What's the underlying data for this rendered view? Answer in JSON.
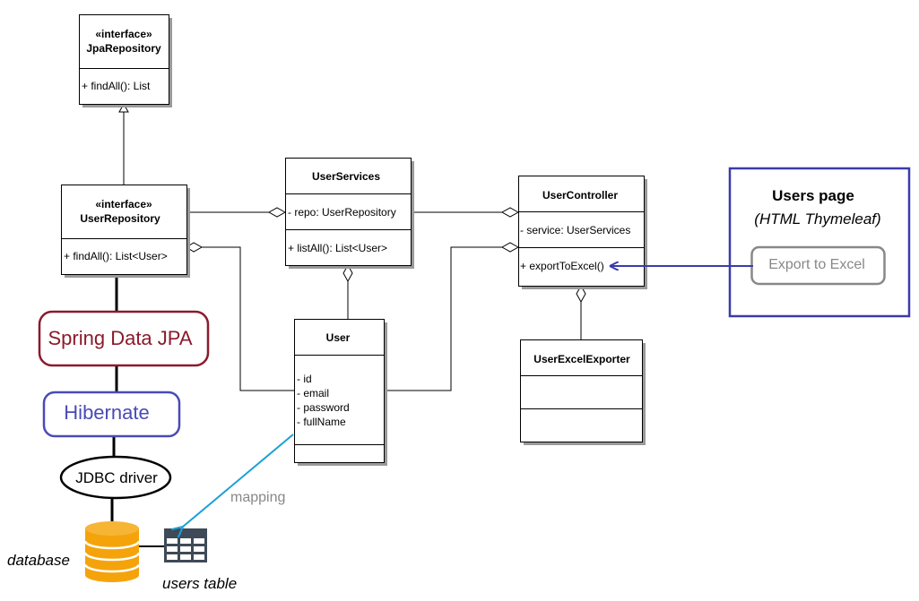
{
  "classes": {
    "jpa_repository": {
      "stereotype": "«interface»",
      "name": "JpaRepository",
      "methods": [
        "+ findAll(): List"
      ]
    },
    "user_repository": {
      "stereotype": "«interface»",
      "name": "UserRepository",
      "methods": [
        "+ findAll(): List<User>"
      ]
    },
    "user_services": {
      "name": "UserServices",
      "attributes": [
        "- repo: UserRepository"
      ],
      "methods": [
        "+ listAll(): List<User>"
      ]
    },
    "user_controller": {
      "name": "UserController",
      "attributes": [
        "- service: UserServices"
      ],
      "methods": [
        "+ exportToExcel()"
      ]
    },
    "user": {
      "name": "User",
      "attributes": [
        "- id",
        "- email",
        "- password",
        "- fullName"
      ]
    },
    "user_excel_exporter": {
      "name": "UserExcelExporter"
    }
  },
  "stack": {
    "spring_data_jpa": "Spring Data JPA",
    "hibernate": "Hibernate",
    "jdbc_driver": "JDBC driver",
    "database": "database",
    "users_table": "users table",
    "mapping": "mapping"
  },
  "users_page": {
    "title": "Users page",
    "subtitle": "(HTML Thymeleaf)",
    "button": "Export to Excel"
  },
  "colors": {
    "spring_data": "#8b1a2b",
    "hibernate": "#4a4ab8",
    "users_page_border": "#3b3baa",
    "arrow_blue": "#3b3baa",
    "mapping_arrow": "#1aa0d8",
    "database": "#f5a30b",
    "table_icon": "#3e4a57",
    "export_button": "#888888"
  }
}
